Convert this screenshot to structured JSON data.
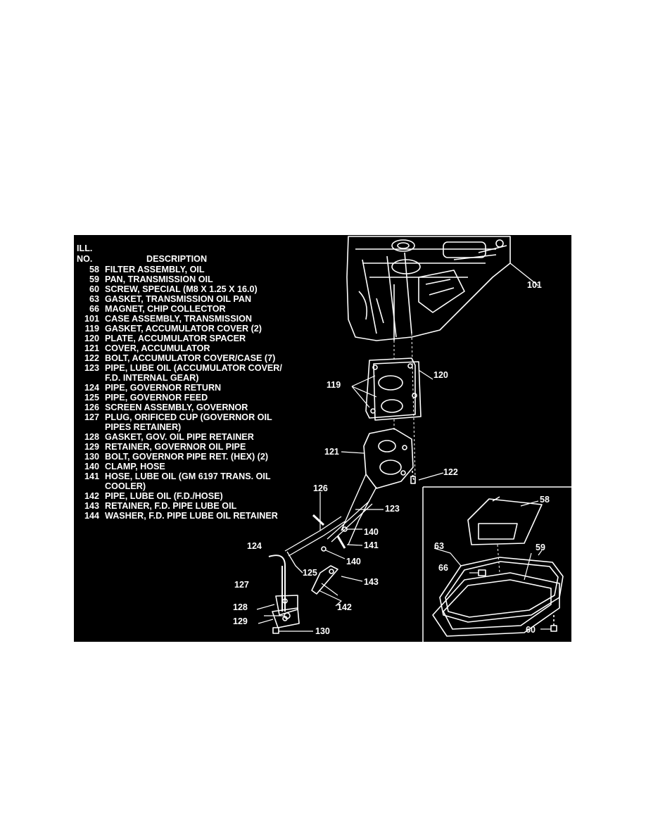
{
  "legend": {
    "header_ill": "ILL.",
    "header_no": "NO.",
    "header_desc": "DESCRIPTION",
    "items": [
      {
        "no": "58",
        "desc": "FILTER ASSEMBLY, OIL"
      },
      {
        "no": "59",
        "desc": "PAN, TRANSMISSION OIL"
      },
      {
        "no": "60",
        "desc": "SCREW, SPECIAL (M8 X 1.25 X 16.0)"
      },
      {
        "no": "63",
        "desc": "GASKET, TRANSMISSION OIL PAN"
      },
      {
        "no": "66",
        "desc": "MAGNET, CHIP COLLECTOR"
      },
      {
        "no": "101",
        "desc": "CASE ASSEMBLY, TRANSMISSION"
      },
      {
        "no": "119",
        "desc": "GASKET, ACCUMULATOR COVER (2)"
      },
      {
        "no": "120",
        "desc": "PLATE, ACCUMULATOR SPACER"
      },
      {
        "no": "121",
        "desc": "COVER, ACCUMULATOR"
      },
      {
        "no": "122",
        "desc": "BOLT, ACCUMULATOR COVER/CASE (7)"
      },
      {
        "no": "123",
        "desc": "PIPE, LUBE OIL (ACCUMULATOR COVER/"
      },
      {
        "no": "",
        "desc": "F.D. INTERNAL GEAR)"
      },
      {
        "no": "124",
        "desc": "PIPE, GOVERNOR RETURN"
      },
      {
        "no": "125",
        "desc": "PIPE, GOVERNOR FEED"
      },
      {
        "no": "126",
        "desc": "SCREEN ASSEMBLY, GOVERNOR"
      },
      {
        "no": "127",
        "desc": "PLUG, ORIFICED CUP (GOVERNOR OIL"
      },
      {
        "no": "",
        "desc": "PIPES RETAINER)"
      },
      {
        "no": "128",
        "desc": "GASKET, GOV. OIL PIPE RETAINER"
      },
      {
        "no": "129",
        "desc": "RETAINER, GOVERNOR OIL PIPE"
      },
      {
        "no": "130",
        "desc": "BOLT, GOVERNOR PIPE RET. (HEX) (2)"
      },
      {
        "no": "140",
        "desc": "CLAMP, HOSE"
      },
      {
        "no": "141",
        "desc": "HOSE, LUBE OIL (GM 6197 TRANS. OIL"
      },
      {
        "no": "",
        "desc": "COOLER)"
      },
      {
        "no": "142",
        "desc": "PIPE, LUBE OIL (F.D./HOSE)"
      },
      {
        "no": "143",
        "desc": "RETAINER, F.D. PIPE LUBE OIL"
      },
      {
        "no": "144",
        "desc": "WASHER, F.D. PIPE LUBE OIL RETAINER"
      }
    ]
  },
  "callouts": {
    "c101": "101",
    "c119": "119",
    "c120": "120",
    "c121": "121",
    "c122": "122",
    "c123": "123",
    "c126": "126",
    "c124": "124",
    "c125": "125",
    "c140a": "140",
    "c141": "141",
    "c140b": "140",
    "c143": "143",
    "c142": "142",
    "c127": "127",
    "c128": "128",
    "c129": "129",
    "c130": "130",
    "c58": "58",
    "c63": "63",
    "c59": "59",
    "c66": "66",
    "c60": "60"
  },
  "colors": {
    "background": "#000000",
    "ink": "#ffffff",
    "page": "#ffffff"
  }
}
